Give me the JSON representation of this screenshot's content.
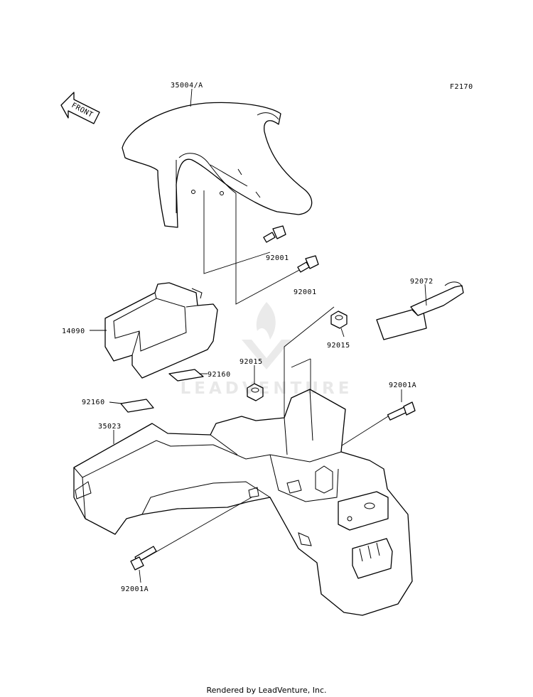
{
  "figure_code": "F2170",
  "front_label": "FRONT",
  "parts": {
    "front_fender": "35004/A",
    "bolt_upper_1": "92001",
    "bolt_upper_2": "92001",
    "cover": "14090",
    "pad_1": "92160",
    "pad_2": "92160",
    "collar_1": "92015",
    "collar_2": "92015",
    "strap": "92072",
    "bolt_lower_right": "92001A",
    "bolt_lower_left": "92001A",
    "rear_fender": "35023"
  },
  "watermark": "LEADVENTURE",
  "footer": "Rendered by LeadVenture, Inc."
}
